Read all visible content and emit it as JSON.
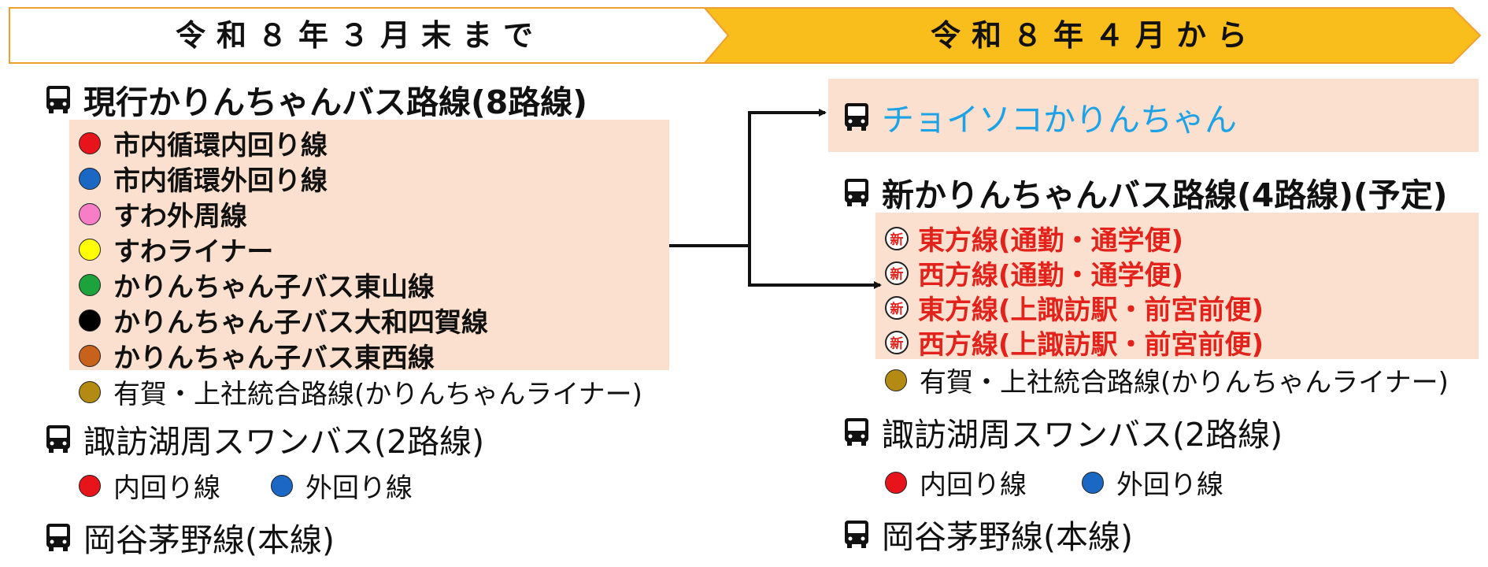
{
  "banner": {
    "left_label": "令和８年３月末まで",
    "right_label": "令和８年４月から",
    "left_color": "#ffffff",
    "right_color": "#f9be1b"
  },
  "colors": {
    "highlight_box": "#fbe0cf",
    "new_route_text": "#e3231b",
    "choiso_text": "#1ea2e6"
  },
  "left": {
    "current_header": "現行かりんちゃんバス路線(8路線)",
    "current_routes": [
      {
        "label": "市内循環内回り線",
        "color": "#e8141b"
      },
      {
        "label": "市内循環外回り線",
        "color": "#1a68c4"
      },
      {
        "label": "すわ外周線",
        "color": "#f87dc7"
      },
      {
        "label": "すわライナー",
        "color": "#ffff00"
      },
      {
        "label": "かりんちゃん子バス東山線",
        "color": "#1ea23c"
      },
      {
        "label": "かりんちゃん子バス大和四賀線",
        "color": "#000000"
      },
      {
        "label": "かりんちゃん子バス東西線",
        "color": "#c8611c"
      }
    ],
    "ariga_route": {
      "label": "有賀・上社統合路線(かりんちゃんライナー)",
      "color": "#b48b12"
    },
    "swan_header": "諏訪湖周スワンバス(2路線)",
    "swan_routes": [
      {
        "label": "内回り線",
        "color": "#e8141b"
      },
      {
        "label": "外回り線",
        "color": "#1a68c4"
      }
    ],
    "okaya_header": "岡谷茅野線(本線)"
  },
  "right": {
    "choiso_label": "チョイソコかりんちゃん",
    "new_header": "新かりんちゃんバス路線(4路線)(予定)",
    "new_badge": "新",
    "new_routes": [
      "東方線(通勤・通学便)",
      "西方線(通勤・通学便)",
      "東方線(上諏訪駅・前宮前便)",
      "西方線(上諏訪駅・前宮前便)"
    ],
    "ariga_route": {
      "label": "有賀・上社統合路線(かりんちゃんライナー)",
      "color": "#b48b12"
    },
    "swan_header": "諏訪湖周スワンバス(2路線)",
    "swan_routes": [
      {
        "label": "内回り線",
        "color": "#e8141b"
      },
      {
        "label": "外回り線",
        "color": "#1a68c4"
      }
    ],
    "okaya_header": "岡谷茅野線(本線)"
  },
  "icons": {
    "bus": "bus-icon",
    "new": "new-badge-icon",
    "arrow": "arrow-icon"
  }
}
